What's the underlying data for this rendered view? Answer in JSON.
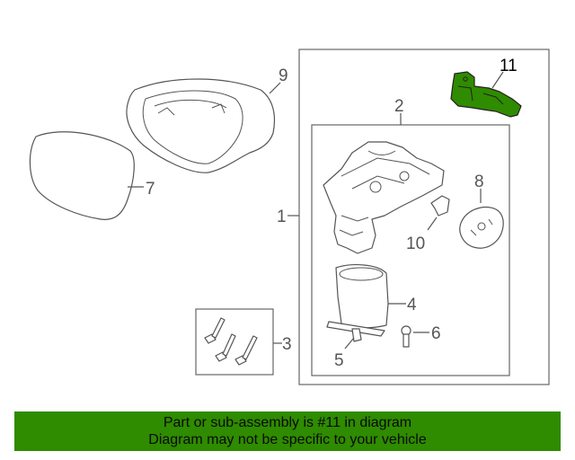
{
  "callouts": {
    "c1": "1",
    "c2": "2",
    "c3": "3",
    "c4": "4",
    "c5": "5",
    "c6": "6",
    "c7": "7",
    "c8": "8",
    "c9": "9",
    "c10": "10",
    "c11": "11"
  },
  "highlight_color": "#2f8b00",
  "banner": {
    "line1": "Part or sub-assembly is #11 in diagram",
    "line2": "Diagram may not be specific to your vehicle",
    "color": "#2f8b00"
  }
}
